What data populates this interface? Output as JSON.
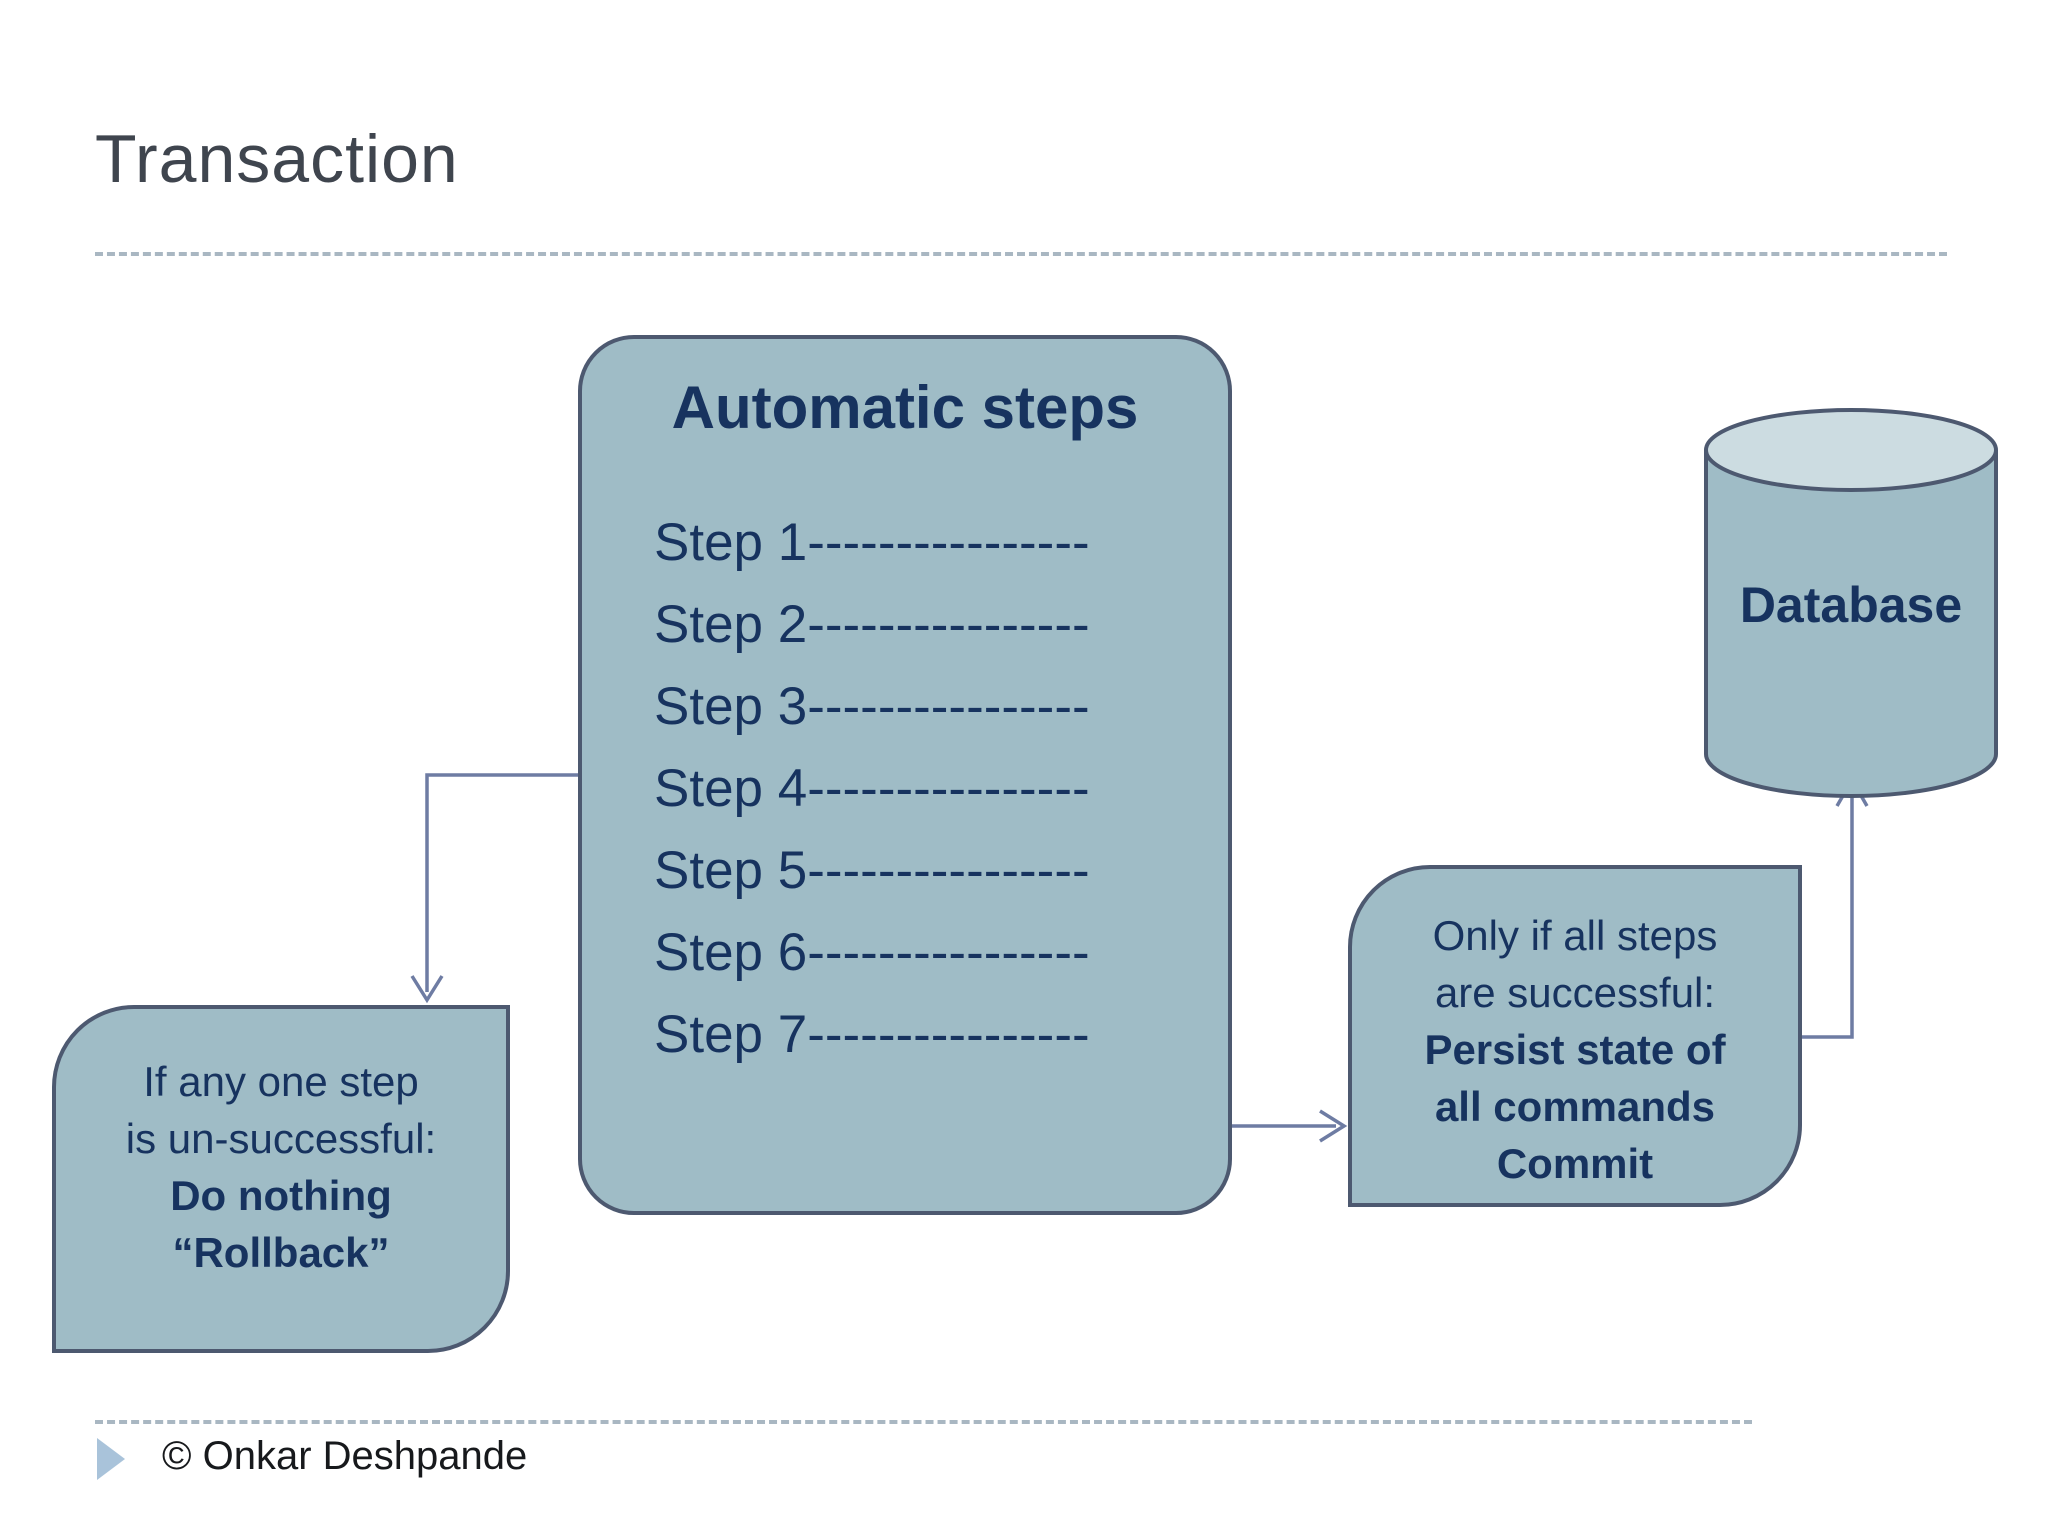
{
  "slide": {
    "title": "Transaction",
    "footer": {
      "text": "© Onkar Deshpande",
      "bullet_icon": "right-triangle"
    }
  },
  "colors": {
    "shape_fill": "#9fbcc6",
    "shape_border": "#4d5970",
    "text_navy": "#17335f",
    "connector": "#6e7ca3",
    "cylinder_top_fill": "#ccdce1",
    "title_color": "#3f454e",
    "divider_dash": "#a9b7c2",
    "footer_bullet": "#a9c3da"
  },
  "diagram": {
    "automatic_steps": {
      "title": "Automatic steps",
      "steps": [
        "Step 1----------------",
        "Step 2----------------",
        "Step 3----------------",
        "Step 4----------------",
        "Step 5----------------",
        "Step 6----------------",
        "Step 7----------------"
      ]
    },
    "rollback_note": {
      "line1": "If any one step",
      "line2": "is un-successful:",
      "line3": "Do nothing",
      "line4": "“Rollback”"
    },
    "commit_note": {
      "line1": "Only if all steps",
      "line2": "are successful:",
      "line3": "Persist state of",
      "line4": "all commands",
      "line5": "Commit"
    },
    "database": {
      "label": "Database"
    }
  }
}
